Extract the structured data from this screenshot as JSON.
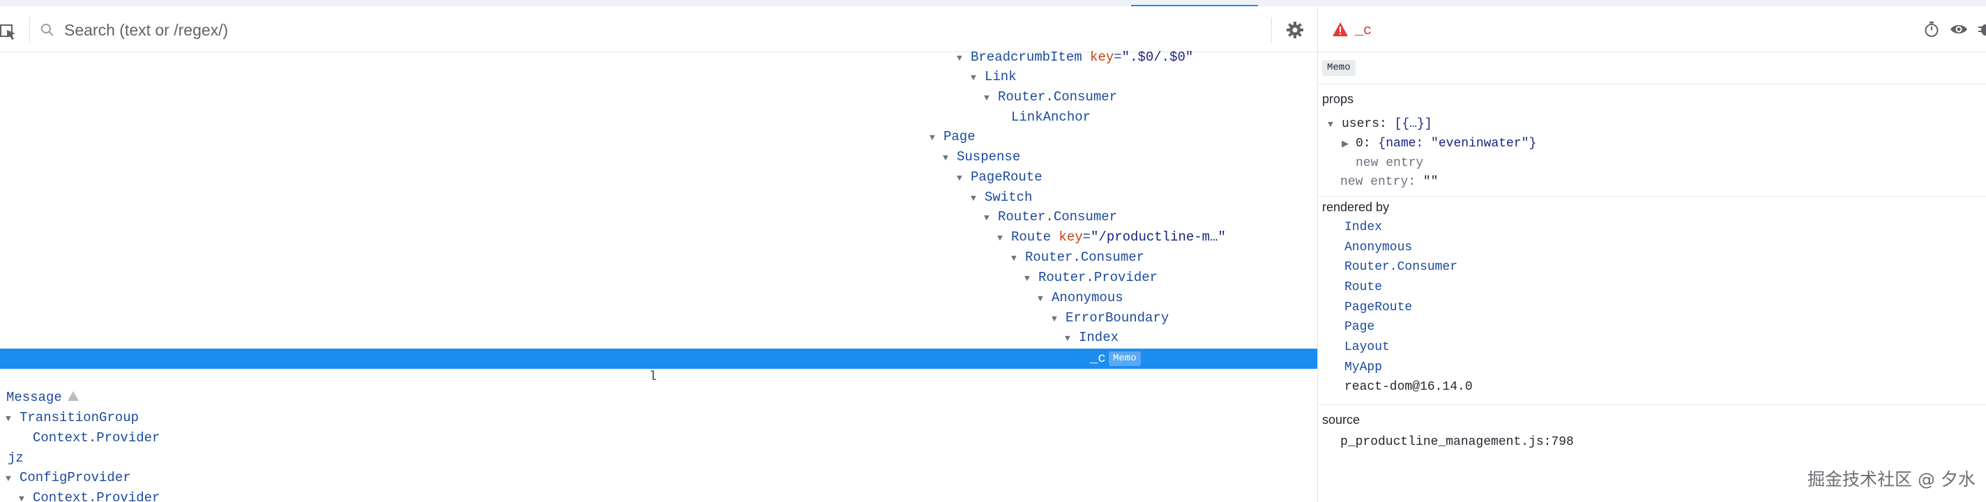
{
  "search": {
    "placeholder": "Search (text or /regex/)"
  },
  "tree": {
    "upper_rows": [
      {
        "name": "BreadcrumbItem",
        "key": ".$0/.$0"
      },
      {
        "name": "Link"
      },
      {
        "name": "Router.Consumer"
      },
      {
        "name": "LinkAnchor"
      },
      {
        "name": "Page"
      },
      {
        "name": "Suspense"
      },
      {
        "name": "PageRoute"
      },
      {
        "name": "Switch"
      },
      {
        "name": "Router.Consumer"
      },
      {
        "name": "Route",
        "key": "/productline-m…"
      },
      {
        "name": "Router.Consumer"
      },
      {
        "name": "Router.Provider"
      },
      {
        "name": "Anonymous"
      },
      {
        "name": "ErrorBoundary"
      },
      {
        "name": "Index"
      }
    ],
    "selected": {
      "name": "_c",
      "badge": "Memo"
    },
    "owner_mark": "l",
    "lower_rows": [
      {
        "name": "Message"
      },
      {
        "name": "TransitionGroup"
      },
      {
        "name": "Context.Provider"
      },
      {
        "name": "jz"
      },
      {
        "name": "ConfigProvider"
      },
      {
        "name": "Context.Provider"
      }
    ],
    "key_label": "key"
  },
  "inspector": {
    "component_name": "_c",
    "badge": "Memo",
    "props_title": "props",
    "props": {
      "users_key": "users:",
      "users_val": "[{…}]",
      "item_key": "0:",
      "item_val": "{name: \"eveninwater\"}",
      "new_entry_inner": "new entry",
      "new_entry_key": "new entry:",
      "new_entry_val": "\"\""
    },
    "rendered_by_title": "rendered by",
    "rendered_by": [
      "Index",
      "Anonymous",
      "Router.Consumer",
      "Route",
      "PageRoute",
      "Page",
      "Layout",
      "MyApp"
    ],
    "react_version": "react-dom@16.14.0",
    "source_title": "source",
    "source_file": "p_productline_management.js:798"
  },
  "watermark": "掘金技术社区 @ 夕水",
  "colors": {
    "accent": "#1b8cf0",
    "warning": "#d32f2f",
    "component": "#1a4a9c"
  }
}
